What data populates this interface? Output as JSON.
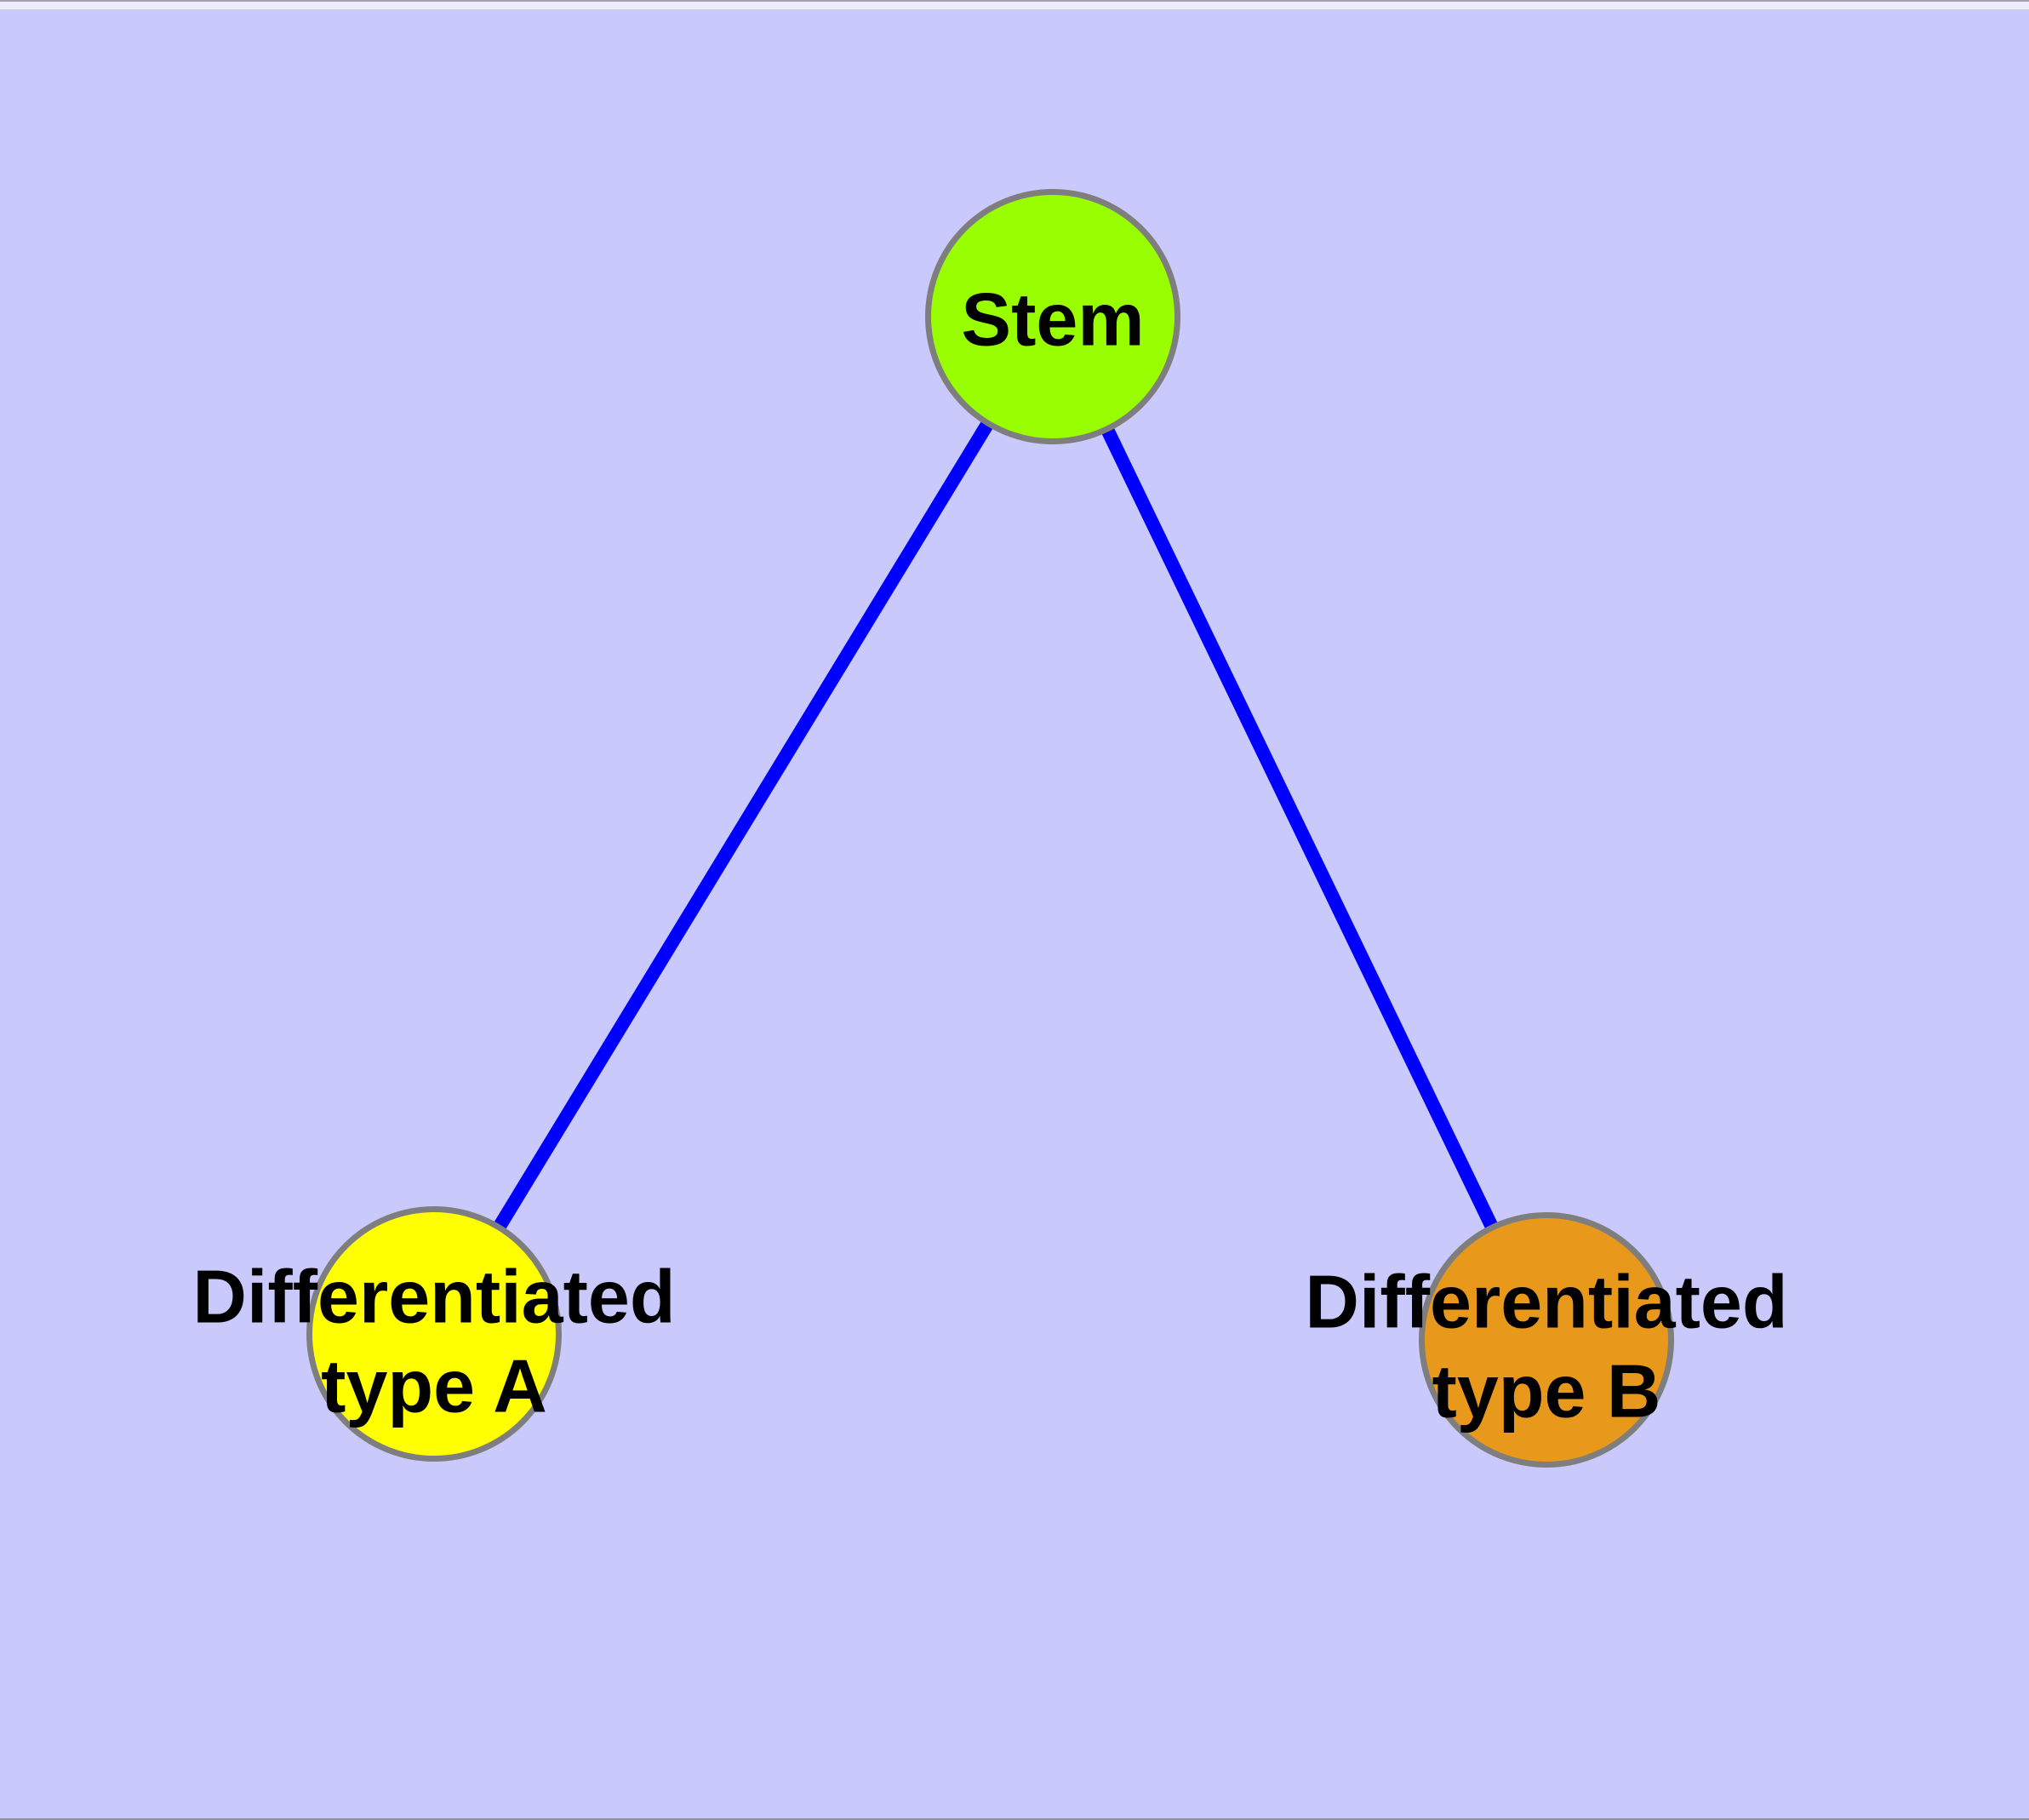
{
  "diagram": {
    "type": "graph",
    "background": "#C9C9FB",
    "colors": {
      "edge": "#0000FF",
      "node_border": "#7E7E7E",
      "label_text": "#000000"
    },
    "nodes": [
      {
        "id": "stem",
        "label": "Stem",
        "fill": "#99FE00"
      },
      {
        "id": "differentiated-type-a",
        "label": "Differentiated\ntype A",
        "fill": "#FFFF00"
      },
      {
        "id": "differentiated-type-b",
        "label": "Differentiated\ntype B",
        "fill": "#E8991C"
      }
    ],
    "edges": [
      {
        "from": "stem",
        "to": "differentiated-type-a"
      },
      {
        "from": "stem",
        "to": "differentiated-type-b"
      }
    ]
  }
}
